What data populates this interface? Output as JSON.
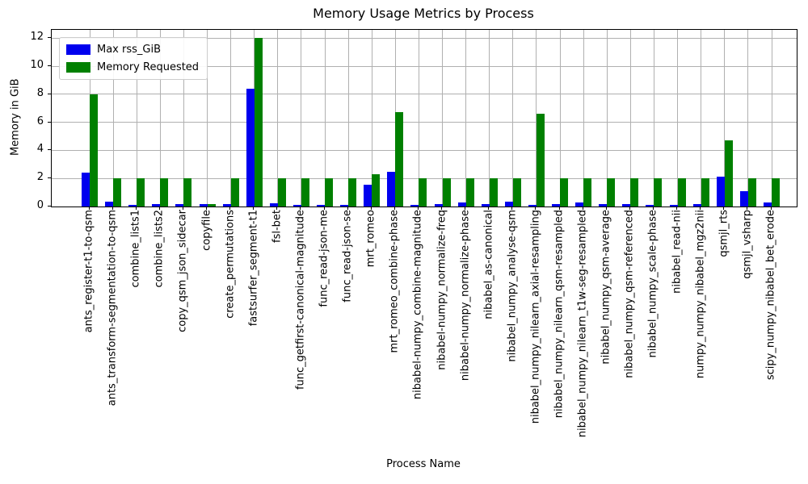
{
  "chart_data": {
    "type": "bar",
    "title": "Memory Usage Metrics by Process",
    "xlabel": "Process Name",
    "ylabel": "Memory in GiB",
    "ylim": [
      0,
      12.6
    ],
    "yticks": [
      0,
      2,
      4,
      6,
      8,
      10,
      12
    ],
    "grid": true,
    "legend_position": "upper left",
    "colors": {
      "max_rss": "#0000ee",
      "memory_requested": "#008000",
      "grid": "#b0b0b0"
    },
    "categories": [
      "ants_register-t1-to-qsm",
      "ants_transform-segmentation-to-qsm",
      "combine_lists1",
      "combine_lists2",
      "copy_qsm_json_sidecar",
      "copyfile",
      "create_permutations",
      "fastsurfer_segment-t1",
      "fsl-bet",
      "func_getfirst-canonical-magnitude",
      "func_read-json-me",
      "func_read-json-se",
      "mrt_romeo",
      "mrt_romeo_combine-phase",
      "nibabel-numpy_combine-magnitude",
      "nibabel-numpy_normalize-freq",
      "nibabel-numpy_normalize-phase",
      "nibabel_as-canonical",
      "nibabel_numpy_analyse-qsm",
      "nibabel_numpy_nilearn_axial-resampling",
      "nibabel_numpy_nilearn_qsm-resampled",
      "nibabel_numpy_nilearn_t1w-seg-resampled",
      "nibabel_numpy_qsm-average",
      "nibabel_numpy_qsm-referenced",
      "nibabel_numpy_scale-phase",
      "nibabel_read-nii",
      "numpy_numpy_nibabel_mgz2nii",
      "qsmjl_rts",
      "qsmjl_vsharp",
      "scipy_numpy_nibabel_bet_erode"
    ],
    "series": [
      {
        "name": "Max rss_GiB",
        "color": "#0000ee",
        "values": [
          2.4,
          0.35,
          0.12,
          0.17,
          0.17,
          0.2,
          0.17,
          8.4,
          0.25,
          0.12,
          0.12,
          0.12,
          1.55,
          2.45,
          0.12,
          0.15,
          0.3,
          0.2,
          0.35,
          0.12,
          0.18,
          0.26,
          0.18,
          0.18,
          0.12,
          0.12,
          0.2,
          2.15,
          1.12,
          0.3
        ]
      },
      {
        "name": "Memory Requested",
        "color": "#008000",
        "values": [
          8,
          2,
          2,
          2,
          2,
          0.2,
          2,
          12,
          2,
          2,
          2,
          2,
          2.3,
          6.75,
          2,
          2,
          2,
          2,
          2,
          6.6,
          2,
          2,
          2,
          2,
          2,
          2,
          2,
          4.7,
          2,
          2
        ]
      }
    ]
  }
}
